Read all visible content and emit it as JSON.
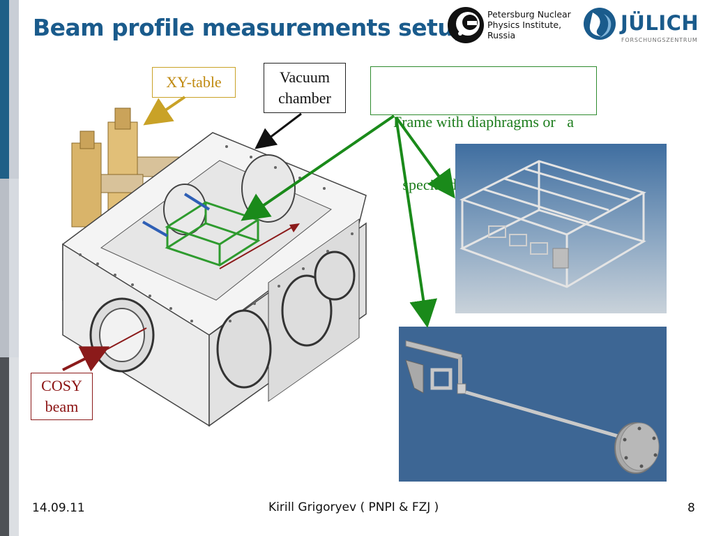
{
  "slide": {
    "title": "Beam profile measurements setup",
    "page_number": "8",
    "date": "14.09.11",
    "author": "Kirill Grigoryev ( PNPI & FZJ )"
  },
  "logos": {
    "pnpi": {
      "lines": [
        "Petersburg Nuclear",
        "Physics Institute,",
        "Russia"
      ]
    },
    "julich": {
      "name": "JÜLICH",
      "subtitle": "FORSCHUNGSZENTRUM"
    }
  },
  "labels": {
    "xy_table": "XY-table",
    "vacuum_chamber": [
      "Vacuum",
      "chamber"
    ],
    "frame": [
      "Frame with diaphragms or   a",
      "special diaphragm support"
    ],
    "cosy_beam": [
      "COSY",
      "beam"
    ]
  },
  "colors": {
    "title": "#1a5b8c",
    "xy_table": "#c9a227",
    "frame": "#2e8b2e",
    "cosy": "#8b1a1a",
    "photo_background": "#3d6694"
  }
}
